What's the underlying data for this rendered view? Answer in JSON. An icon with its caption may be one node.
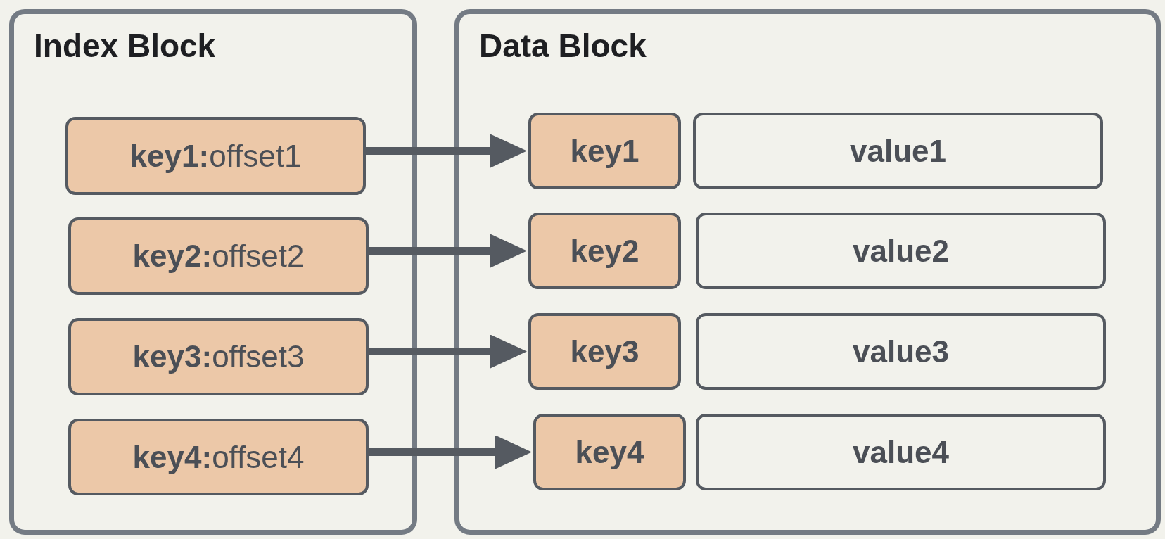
{
  "diagram": {
    "nodes": [
      {
        "text": [
          "Index Block"
        ]
      },
      {
        "text": [
          "Data Block"
        ]
      },
      {
        "text": [
          "**key1:**offset1"
        ],
        "in": 0
      },
      {
        "text": [
          "**key2:**offset2"
        ],
        "in": 0
      },
      {
        "text": [
          "**key3:**offset3"
        ],
        "in": 0
      },
      {
        "text": [
          "**key4:**offset4"
        ],
        "in": 0
      },
      {
        "text": [
          "key1"
        ],
        "in": 1
      },
      {
        "text": [
          "value1"
        ],
        "in": 1
      },
      {
        "text": [
          "key2"
        ],
        "in": 1
      },
      {
        "text": [
          "value2"
        ],
        "in": 1
      },
      {
        "text": [
          "key3"
        ],
        "in": 1
      },
      {
        "text": [
          "value3"
        ],
        "in": 1
      },
      {
        "text": [
          "key4"
        ],
        "in": 1
      },
      {
        "text": [
          "value4"
        ],
        "in": 1
      }
    ],
    "edges": [
      {
        "from": 2,
        "to": 6,
        "arrow": "to"
      },
      {
        "from": 3,
        "to": 8,
        "arrow": "to"
      },
      {
        "from": 4,
        "to": 10,
        "arrow": "to"
      },
      {
        "from": 5,
        "to": 12,
        "arrow": "to"
      }
    ]
  }
}
